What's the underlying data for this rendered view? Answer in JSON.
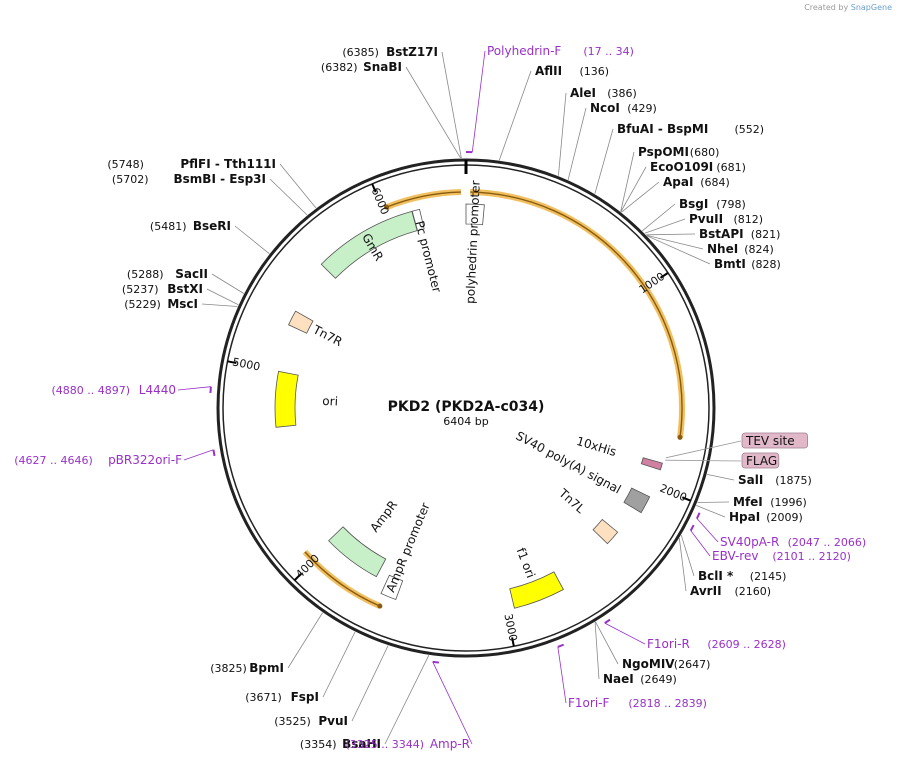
{
  "credit": {
    "prefix": "Created by",
    "brand": "SnapGene"
  },
  "plasmid": {
    "name": "PKD2 (PKD2A-c034)",
    "size_label": "6404 bp",
    "length": 6404
  },
  "ticks": [
    {
      "label": "1000",
      "pos": 1000
    },
    {
      "label": "2000",
      "pos": 2000
    },
    {
      "label": "3000",
      "pos": 3000
    },
    {
      "label": "4000",
      "pos": 4000
    },
    {
      "label": "5000",
      "pos": 5000
    },
    {
      "label": "6000",
      "pos": 6000
    }
  ],
  "features": [
    {
      "name": "polyhedrin promoter",
      "start": 0,
      "end": 92,
      "color": "#ffffff",
      "dir": 1
    },
    {
      "name": "GmR",
      "start": 5600,
      "end": 6130,
      "color": "#c8f0c8",
      "dir": -1
    },
    {
      "name": "Pc promoter",
      "start": 6132,
      "end": 6170,
      "color": "#ffffff",
      "dir": -1
    },
    {
      "name": "Tn7R",
      "start": 5250,
      "end": 5330,
      "color": "#fde0c0",
      "dir": 0
    },
    {
      "name": "ori",
      "start": 4700,
      "end": 5000,
      "color": "#ffff00",
      "dir": -1
    },
    {
      "name": "AmpR",
      "start": 3700,
      "end": 4020,
      "color": "#c8f0c8",
      "dir": -1
    },
    {
      "name": "AmpR promoter",
      "start": 3560,
      "end": 3640,
      "color": "#ffffff",
      "dir": -1
    },
    {
      "name": "f1 ori",
      "start": 2700,
      "end": 2960,
      "color": "#ffff00",
      "dir": -1
    },
    {
      "name": "Tn7L",
      "start": 2300,
      "end": 2380,
      "color": "#fde0c0",
      "dir": 0
    },
    {
      "name": "SV40 poly(A) signal",
      "start": 2060,
      "end": 2150,
      "color": "#a0a0a0",
      "dir": 0
    },
    {
      "name": "10xHis",
      "start": 1880,
      "end": 1915,
      "color": "#d080a0",
      "dir": 0
    }
  ],
  "orange_arcs": [
    {
      "start": 20,
      "end": 1740,
      "color": "#f0c060",
      "dir": 1
    },
    {
      "start": 3620,
      "end": 4060,
      "color": "#f0c060",
      "dir": -1
    },
    {
      "start": 6020,
      "end": 6380,
      "color": "#f0c060",
      "dir": -1
    }
  ],
  "enzymes": [
    {
      "name": "BstZ17I",
      "pos": 6385,
      "pos_label": "(6385)",
      "side": "left"
    },
    {
      "name": "SnaBI",
      "pos": 6382,
      "pos_label": "(6382)",
      "side": "left"
    },
    {
      "name": "AflII",
      "pos": 136,
      "pos_label": "(136)",
      "side": "right"
    },
    {
      "name": "AleI",
      "pos": 386,
      "pos_label": "(386)",
      "side": "right"
    },
    {
      "name": "NcoI",
      "pos": 429,
      "pos_label": "(429)",
      "side": "right"
    },
    {
      "name": "BfuAI  -  BspMI",
      "pos": 552,
      "pos_label": "(552)",
      "side": "right"
    },
    {
      "name": "PspOMI",
      "pos": 680,
      "pos_label": "(680)",
      "side": "right"
    },
    {
      "name": "EcoO109I",
      "pos": 681,
      "pos_label": "(681)",
      "side": "right"
    },
    {
      "name": "ApaI",
      "pos": 684,
      "pos_label": "(684)",
      "side": "right"
    },
    {
      "name": "BsgI",
      "pos": 798,
      "pos_label": "(798)",
      "side": "right"
    },
    {
      "name": "PvuII",
      "pos": 812,
      "pos_label": "(812)",
      "side": "right"
    },
    {
      "name": "BstAPI",
      "pos": 821,
      "pos_label": "(821)",
      "side": "right"
    },
    {
      "name": "NheI",
      "pos": 824,
      "pos_label": "(824)",
      "side": "right"
    },
    {
      "name": "BmtI",
      "pos": 828,
      "pos_label": "(828)",
      "side": "right"
    },
    {
      "name": "SalI",
      "pos": 1875,
      "pos_label": "(1875)",
      "side": "right"
    },
    {
      "name": "MfeI",
      "pos": 1996,
      "pos_label": "(1996)",
      "side": "right"
    },
    {
      "name": "HpaI",
      "pos": 2009,
      "pos_label": "(2009)",
      "side": "right"
    },
    {
      "name": "BclI *",
      "pos": 2145,
      "pos_label": "(2145)",
      "side": "right"
    },
    {
      "name": "AvrII",
      "pos": 2160,
      "pos_label": "(2160)",
      "side": "right"
    },
    {
      "name": "NgoMIV",
      "pos": 2647,
      "pos_label": "(2647)",
      "side": "right"
    },
    {
      "name": "NaeI",
      "pos": 2649,
      "pos_label": "(2649)",
      "side": "right"
    },
    {
      "name": "BsaHI",
      "pos": 3354,
      "pos_label": "(3354)",
      "side": "left"
    },
    {
      "name": "PvuI",
      "pos": 3525,
      "pos_label": "(3525)",
      "side": "left"
    },
    {
      "name": "FspI",
      "pos": 3671,
      "pos_label": "(3671)",
      "side": "left"
    },
    {
      "name": "BpmI",
      "pos": 3825,
      "pos_label": "(3825)",
      "side": "left"
    },
    {
      "name": "MscI",
      "pos": 5229,
      "pos_label": "(5229)",
      "side": "left"
    },
    {
      "name": "BstXI",
      "pos": 5237,
      "pos_label": "(5237)",
      "side": "left"
    },
    {
      "name": "SacII",
      "pos": 5288,
      "pos_label": "(5288)",
      "side": "left"
    },
    {
      "name": "BseRI",
      "pos": 5481,
      "pos_label": "(5481)",
      "side": "left"
    },
    {
      "name": "BsmBI  -  Esp3I",
      "pos": 5702,
      "pos_label": "(5702)",
      "side": "left"
    },
    {
      "name": "PflFI  -  Tth111I",
      "pos": 5748,
      "pos_label": "(5748)",
      "side": "left"
    }
  ],
  "primers": [
    {
      "name": "Polyhedrin-F",
      "range": "(17 .. 34)",
      "pos": 25,
      "side": "right"
    },
    {
      "name": "SV40pA-R",
      "range": "(2047 .. 2066)",
      "pos": 2056,
      "side": "right"
    },
    {
      "name": "EBV-rev",
      "range": "(2101 .. 2120)",
      "pos": 2110,
      "side": "right"
    },
    {
      "name": "F1ori-R",
      "range": "(2609 .. 2628)",
      "pos": 2618,
      "side": "right"
    },
    {
      "name": "F1ori-F",
      "range": "(2818 .. 2839)",
      "pos": 2828,
      "side": "right"
    },
    {
      "name": "Amp-R",
      "range": "(3325 .. 3344)",
      "pos": 3335,
      "side": "left"
    },
    {
      "name": "pBR322ori-F",
      "range": "(4627 .. 4646)",
      "pos": 4636,
      "side": "left"
    },
    {
      "name": "L4440",
      "range": "(4880 .. 4897)",
      "pos": 4888,
      "side": "left"
    }
  ],
  "tags": [
    {
      "name": "TEV site",
      "pos": 1850
    },
    {
      "name": "FLAG",
      "pos": 1862
    }
  ],
  "colors": {
    "primer": "#9a30c8",
    "backbone": "#222222",
    "tag_fill": "#e0b8c8"
  }
}
